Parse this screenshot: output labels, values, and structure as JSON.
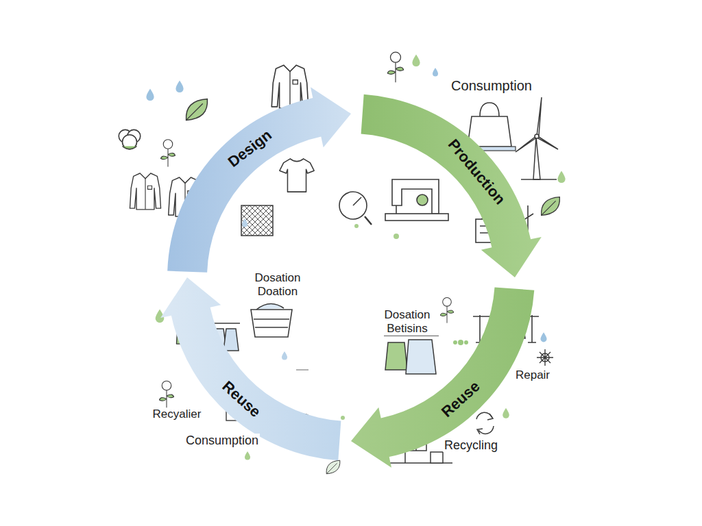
{
  "diagram": {
    "nodes": [
      {
        "text": [
          "Design"
        ]
      },
      {
        "text": [
          "Production"
        ]
      },
      {
        "text": [
          "Reuse"
        ]
      },
      {
        "text": [
          "Reuse"
        ]
      }
    ],
    "labels": [
      "Consumption",
      "Dosation Doation",
      "Dosation Betisins",
      "Repair",
      "Recyalier",
      "Recycling",
      "Consumption"
    ]
  }
}
